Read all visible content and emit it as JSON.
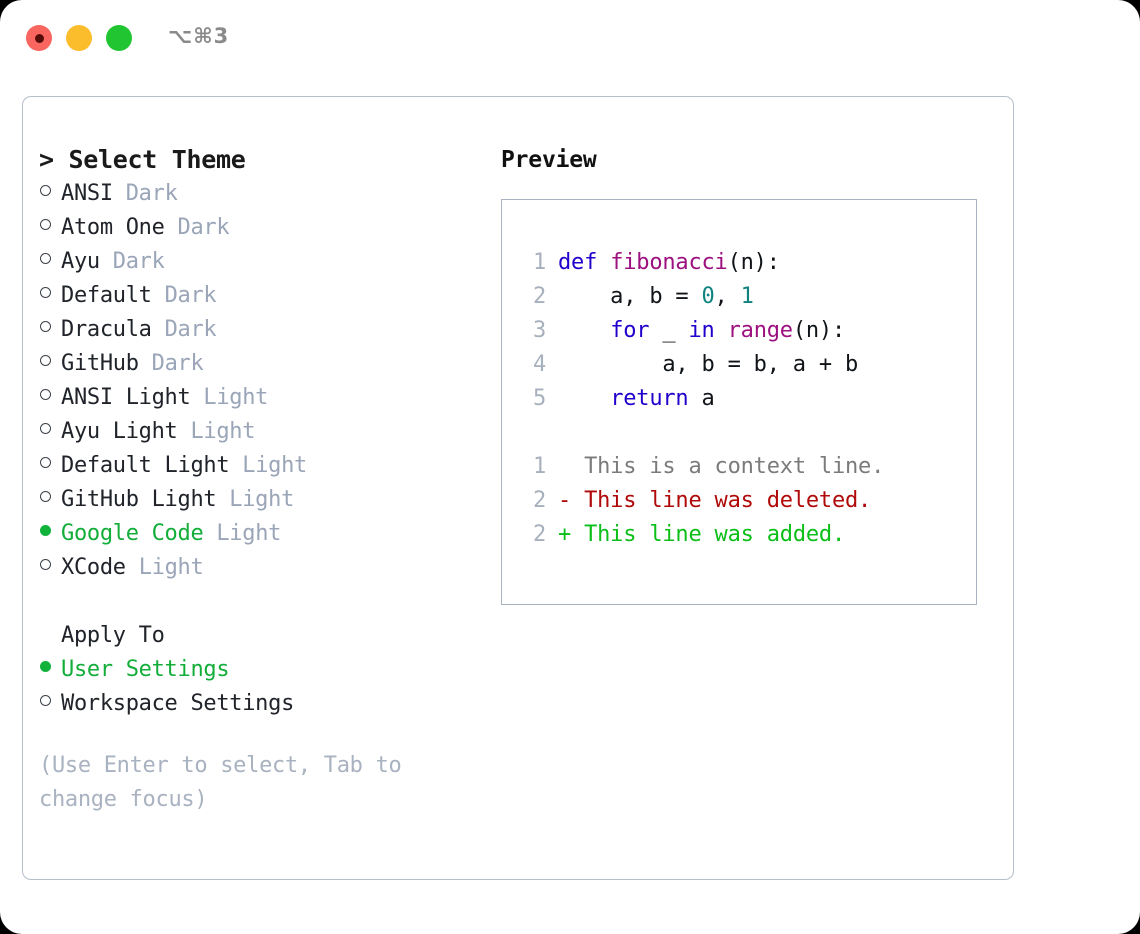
{
  "window": {
    "shortcut": "⌥⌘3",
    "traffic_lights": [
      {
        "name": "close",
        "color": "#f9655f"
      },
      {
        "name": "minimize",
        "color": "#fcbd2d"
      },
      {
        "name": "maximize",
        "color": "#21c532"
      }
    ]
  },
  "theme_picker": {
    "title": "> Select Theme",
    "options": [
      {
        "label": "ANSI",
        "badge": "Dark",
        "selected": false
      },
      {
        "label": "Atom One",
        "badge": "Dark",
        "selected": false
      },
      {
        "label": "Ayu",
        "badge": "Dark",
        "selected": false
      },
      {
        "label": "Default",
        "badge": "Dark",
        "selected": false
      },
      {
        "label": "Dracula",
        "badge": "Dark",
        "selected": false
      },
      {
        "label": "GitHub",
        "badge": "Dark",
        "selected": false
      },
      {
        "label": "ANSI Light",
        "badge": "Light",
        "selected": false
      },
      {
        "label": "Ayu Light",
        "badge": "Light",
        "selected": false
      },
      {
        "label": "Default Light",
        "badge": "Light",
        "selected": false
      },
      {
        "label": "GitHub Light",
        "badge": "Light",
        "selected": false
      },
      {
        "label": "Google Code",
        "badge": "Light",
        "selected": true
      },
      {
        "label": "XCode",
        "badge": "Light",
        "selected": false
      }
    ]
  },
  "apply_to": {
    "title": "Apply To",
    "options": [
      {
        "label": "User Settings",
        "selected": true
      },
      {
        "label": "Workspace Settings",
        "selected": false
      }
    ]
  },
  "hint": "(Use Enter to select, Tab to change focus)",
  "preview": {
    "title": "Preview",
    "code_lines": [
      {
        "number": "1",
        "tokens": [
          {
            "text": "def ",
            "type": "kw"
          },
          {
            "text": "fibonacci",
            "type": "fn"
          },
          {
            "text": "(n):",
            "type": "pl"
          }
        ]
      },
      {
        "number": "2",
        "tokens": [
          {
            "text": "    a, b = ",
            "type": "pl"
          },
          {
            "text": "0",
            "type": "num"
          },
          {
            "text": ", ",
            "type": "pl"
          },
          {
            "text": "1",
            "type": "num"
          }
        ]
      },
      {
        "number": "3",
        "tokens": [
          {
            "text": "    ",
            "type": "pl"
          },
          {
            "text": "for",
            "type": "kw"
          },
          {
            "text": " _ ",
            "type": "pl"
          },
          {
            "text": "in",
            "type": "kw"
          },
          {
            "text": " ",
            "type": "pl"
          },
          {
            "text": "range",
            "type": "fn"
          },
          {
            "text": "(n):",
            "type": "pl"
          }
        ]
      },
      {
        "number": "4",
        "tokens": [
          {
            "text": "        a, b = b, a + b",
            "type": "pl"
          }
        ]
      },
      {
        "number": "5",
        "tokens": [
          {
            "text": "    ",
            "type": "pl"
          },
          {
            "text": "return",
            "type": "kw"
          },
          {
            "text": " a",
            "type": "pl"
          }
        ]
      }
    ],
    "diff_lines": [
      {
        "number": "1",
        "marker": "  ",
        "text": "This is a context line.",
        "type": "ctx"
      },
      {
        "number": "2",
        "marker": "- ",
        "text": "This line was deleted.",
        "type": "del"
      },
      {
        "number": "2",
        "marker": "+ ",
        "text": "This line was added.",
        "type": "add"
      }
    ]
  },
  "colors": {
    "selected_green": "#13ad39",
    "badge_gray": "#9aa5b8",
    "hint_gray": "#a9b2c0",
    "keyword_blue": "#2200cc",
    "function_magenta": "#9c117f",
    "number_teal": "#10837f",
    "diff_added": "#0bbf18",
    "diff_deleted": "#b00909",
    "diff_context": "#7b7b7b",
    "panel_border": "#b5bfcc"
  }
}
